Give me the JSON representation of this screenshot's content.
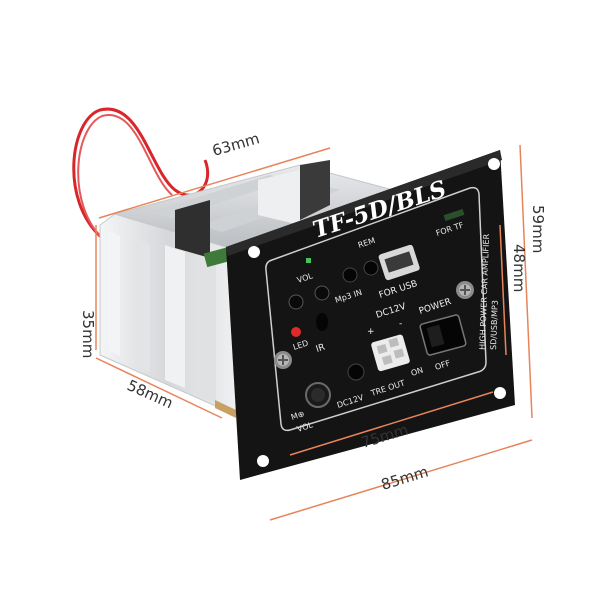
{
  "dimensions": {
    "top_width": "63mm",
    "left_height": "35mm",
    "depth": "58mm",
    "inner_width": "75mm",
    "panel_width": "85mm",
    "panel_height": "59mm",
    "inner_height": "48mm"
  },
  "panel": {
    "brand": "TF-5D/BLS",
    "side_text_1": "HIGH POWER CAR AMPLIFIER",
    "side_text_2": "SD/USB/MP3",
    "labels": {
      "for_tf": "FOR TF",
      "rem": "REM",
      "vol_top": "VOL",
      "mp3_in": "Mp3 IN",
      "for_usb": "FOR USB",
      "dc12v_top": "DC12V",
      "power": "POWER",
      "led": "LED",
      "ir": "IR",
      "plus": "+",
      "minus": "-",
      "on": "ON",
      "off": "OFF",
      "tre_out": "TRE OUT",
      "mic": "M⊕",
      "vol_bottom": "VOL",
      "dc12v_bottom": "DC12V"
    }
  },
  "colors": {
    "dimension_line": "#e8845a",
    "panel": "#141414",
    "heatsink": "#d9dadc",
    "wire_red": "#d8262b"
  }
}
